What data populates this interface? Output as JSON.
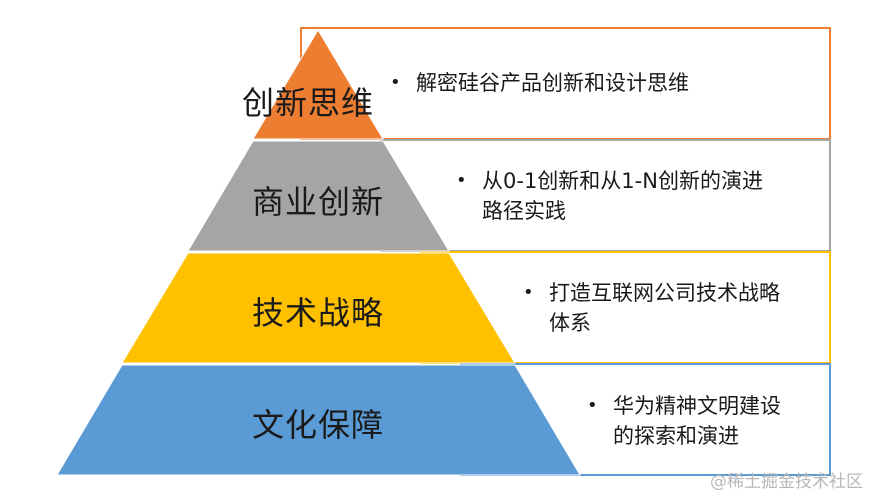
{
  "levels": [
    {
      "label": "创新思维",
      "color": "#ED7D31",
      "text_lines": [
        "解密硅谷产品创新和设计思维"
      ]
    },
    {
      "label": "商业创新",
      "color": "#A5A5A5",
      "text_lines": [
        "从0-1创新和从1-N创新的演进",
        "路径实践"
      ]
    },
    {
      "label": "技术战略",
      "color": "#FFC000",
      "text_lines": [
        "打造互联网公司技术战略",
        "体系"
      ]
    },
    {
      "label": "文化保障",
      "color": "#5B9BD5",
      "text_lines": [
        "华为精神文明建设",
        "的探索和演进"
      ]
    }
  ],
  "bullet_glyph": "•",
  "watermark": "@稀土掘金技术社区"
}
